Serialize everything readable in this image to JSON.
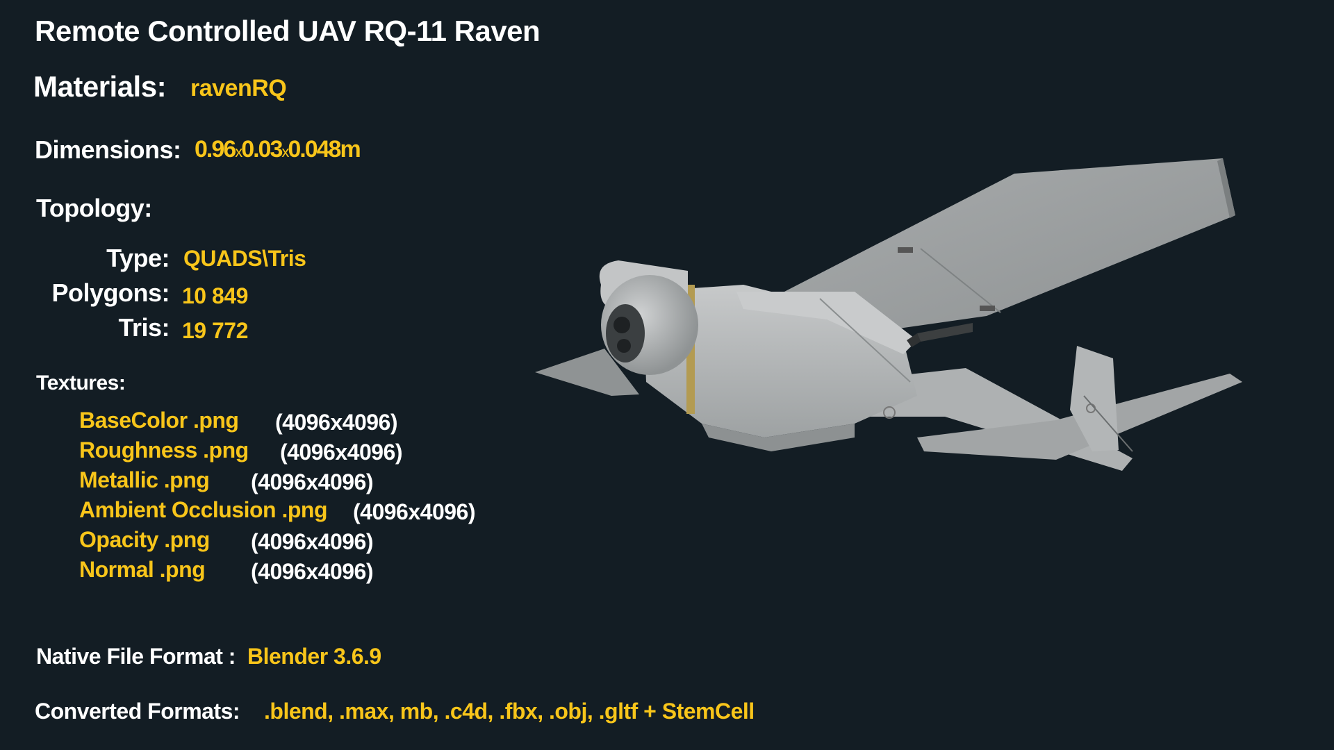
{
  "title": "Remote Controlled UAV RQ-11 Raven",
  "materials": {
    "label": "Materials:",
    "value": "ravenRQ"
  },
  "dimensions": {
    "label": "Dimensions:",
    "a": "0.96",
    "sep1": "x",
    "b": "0.03",
    "sep2": "x",
    "c": "0.048m"
  },
  "topology": {
    "label": "Topology:",
    "type_label": "Type:",
    "type_value": "QUADS\\Tris",
    "polygons_label": "Polygons:",
    "polygons_value": "10 849",
    "tris_label": "Tris:",
    "tris_value": "19 772"
  },
  "textures": {
    "label": "Textures:",
    "items": [
      {
        "name": "BaseColor .png",
        "size": "(4096x4096)"
      },
      {
        "name": "Roughness .png",
        "size": "(4096x4096)"
      },
      {
        "name": "Metallic .png",
        "size": "(4096x4096)"
      },
      {
        "name": "Ambient Occlusion .png",
        "size": "(4096x4096)"
      },
      {
        "name": "Opacity .png",
        "size": "(4096x4096)"
      },
      {
        "name": "Normal .png",
        "size": "(4096x4096)"
      }
    ]
  },
  "native_format": {
    "label": "Native File Format :",
    "value": "Blender 3.6.9"
  },
  "converted_formats": {
    "label": "Converted  Formats:",
    "value": ".blend,  .max,  mb,  .c4d,  .fbx,  .obj,  .gltf + StemCell"
  },
  "colors": {
    "background": "#131d24",
    "heading": "#ffffff",
    "accent": "#f8c51a",
    "model_gray": "#b9bcbd"
  }
}
